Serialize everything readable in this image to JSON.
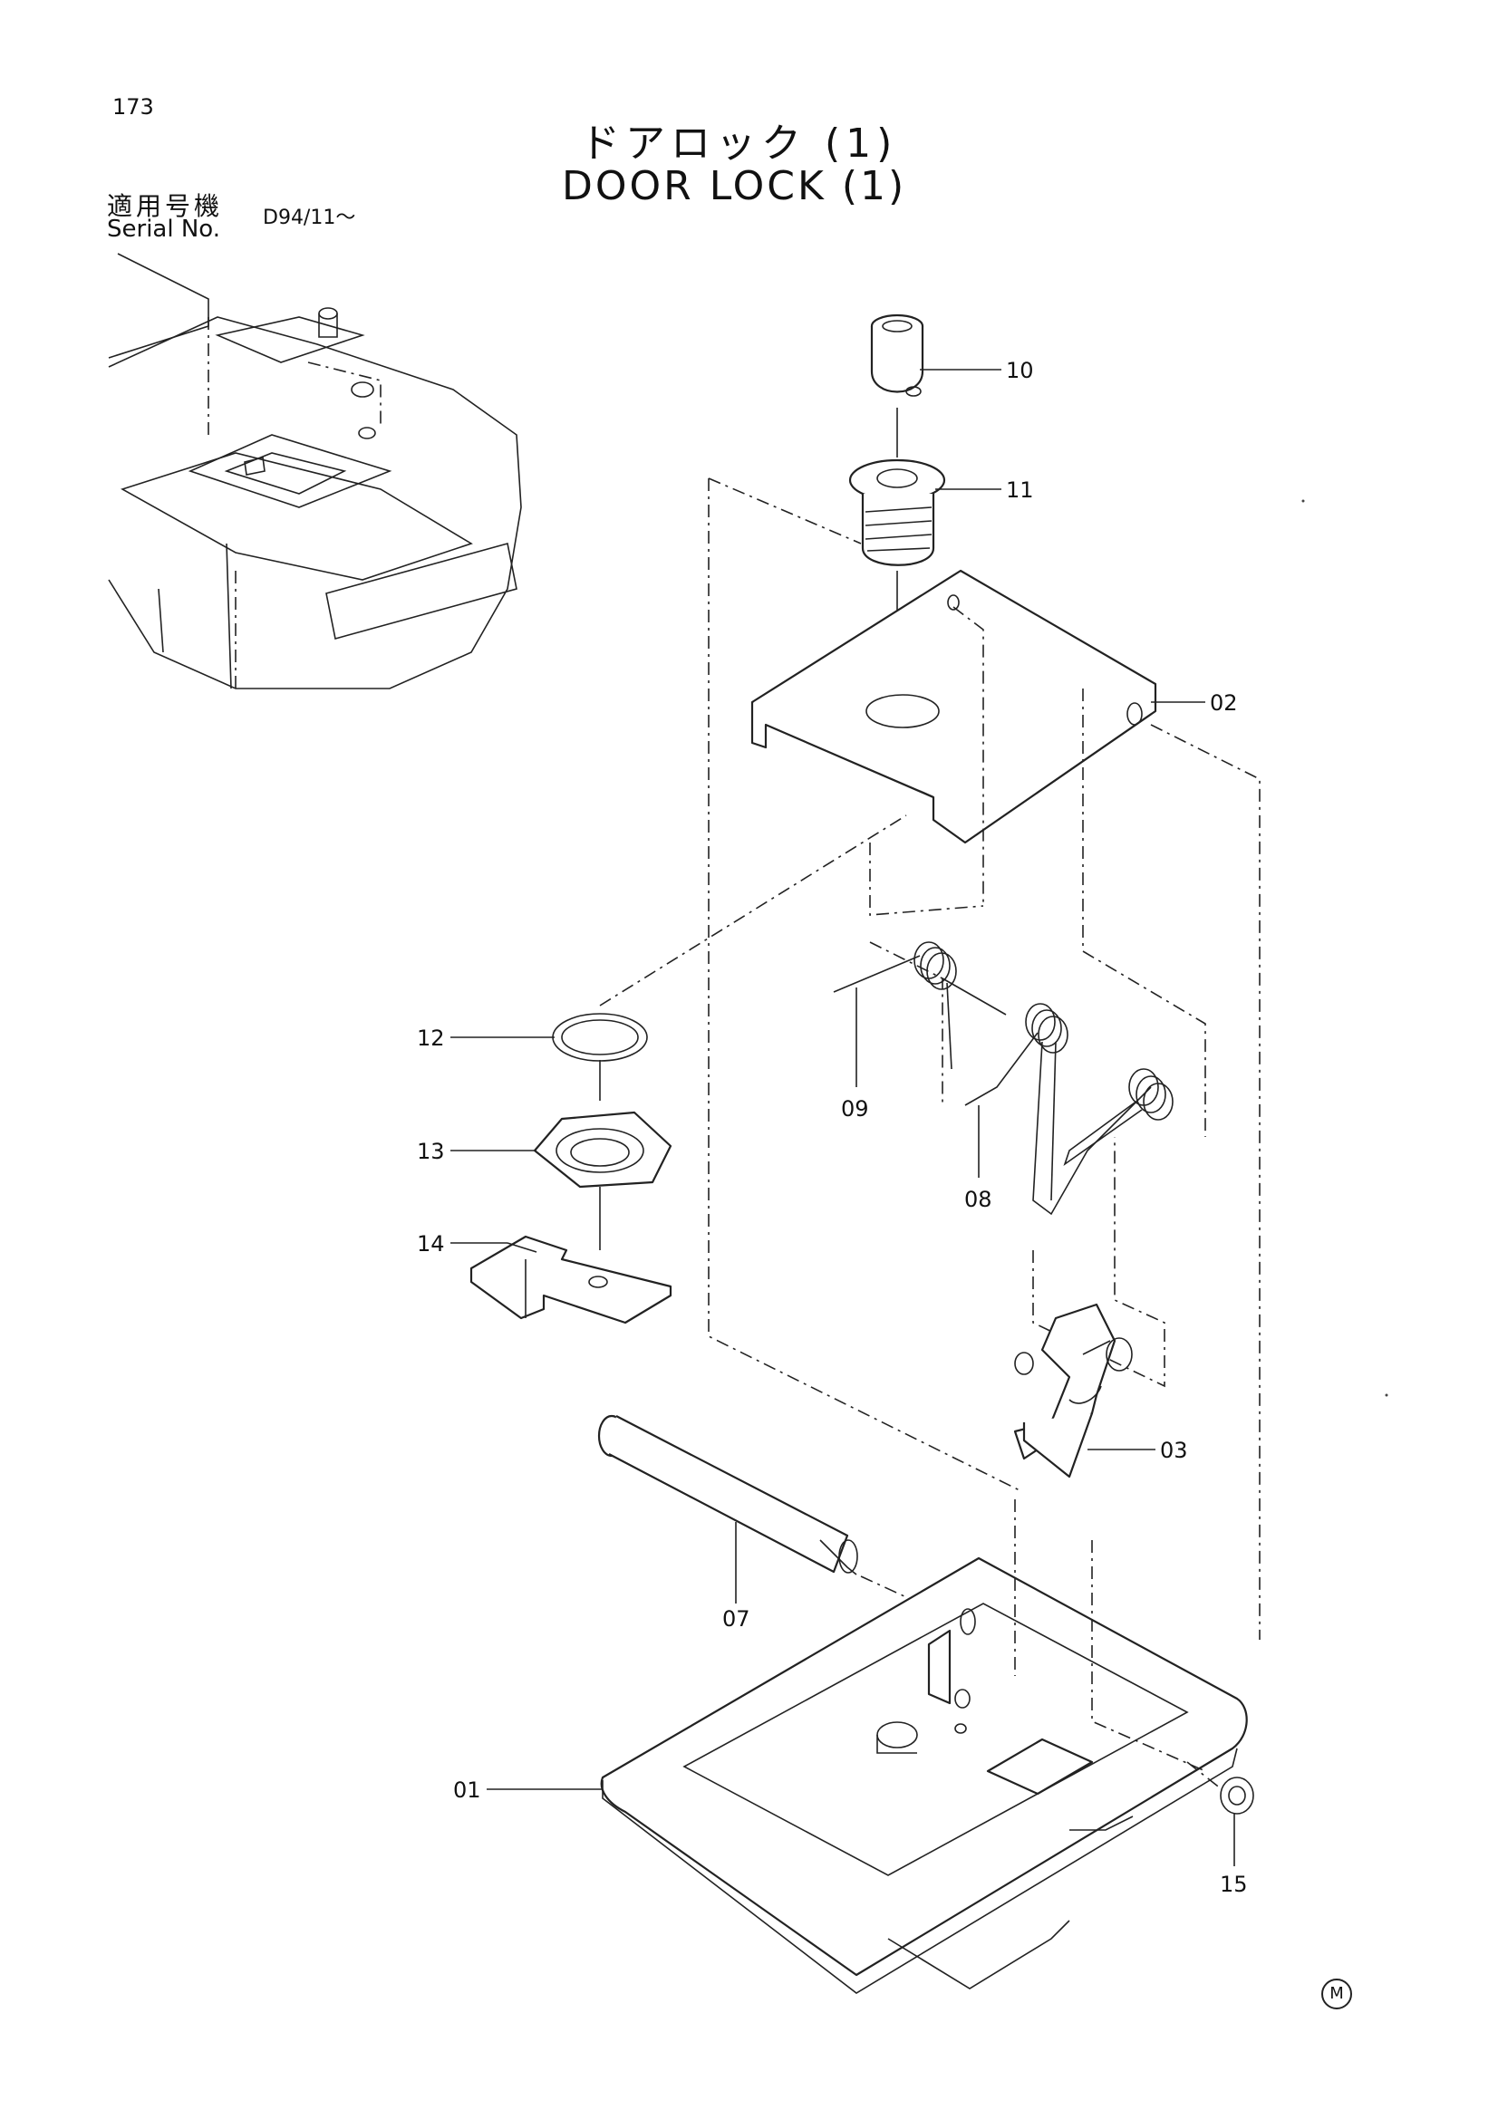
{
  "page_number": "173",
  "title_jp": "ドアロック (1)",
  "title_en": "DOOR LOCK (1)",
  "serial_label_jp": "適用号機",
  "serial_label_en": "Serial No.",
  "serial_value": "D94/11～",
  "mark": "M",
  "callouts": [
    {
      "id": "01",
      "label": "01"
    },
    {
      "id": "02",
      "label": "02"
    },
    {
      "id": "03",
      "label": "03"
    },
    {
      "id": "07",
      "label": "07"
    },
    {
      "id": "08",
      "label": "08"
    },
    {
      "id": "09",
      "label": "09"
    },
    {
      "id": "10",
      "label": "10"
    },
    {
      "id": "11",
      "label": "11"
    },
    {
      "id": "12",
      "label": "12"
    },
    {
      "id": "13",
      "label": "13"
    },
    {
      "id": "14",
      "label": "14"
    },
    {
      "id": "15",
      "label": "15"
    }
  ]
}
